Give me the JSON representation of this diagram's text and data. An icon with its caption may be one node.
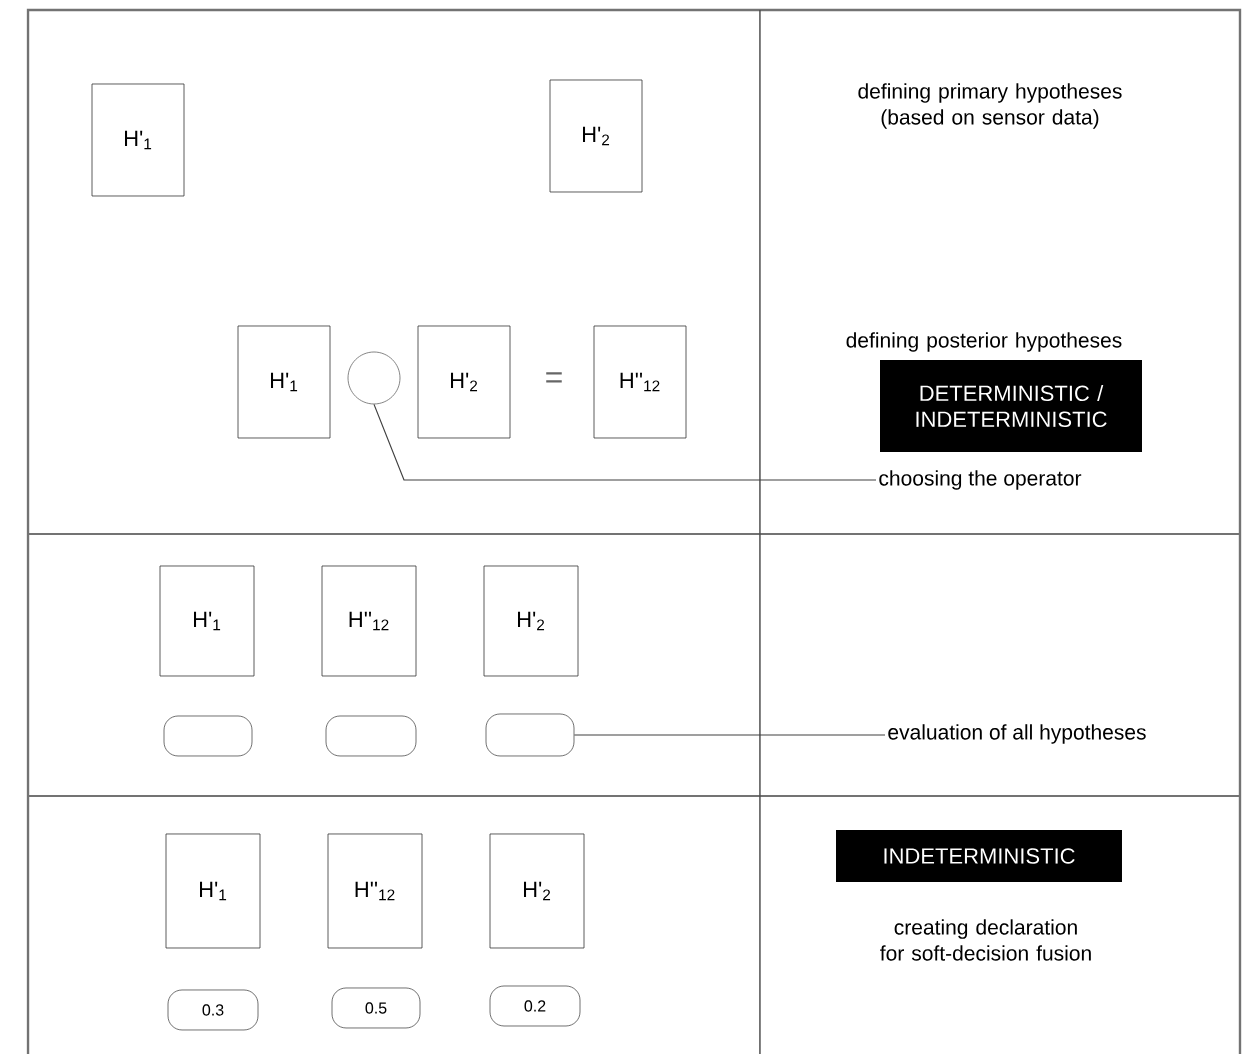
{
  "diagram": {
    "nodes": [
      {
        "text": [
          "H'$_{1}$"
        ]
      },
      {
        "text": [
          "H'$_{2}$"
        ]
      },
      {
        "text": [
          "H'$_{1}$"
        ]
      },
      {
        "text": [],
        "shape": "circle"
      },
      {
        "text": [
          "H'$_{2}$"
        ]
      },
      {
        "text": [
          "H''$_{12}$"
        ]
      },
      {
        "text": [
          "DETERMINISTIC / INDETERMINISTIC"
        ]
      },
      {
        "text": [
          "choosing the operator"
        ]
      },
      {
        "text": [
          "H'$_{1}$"
        ]
      },
      {
        "text": [
          "H''$_{12}$"
        ]
      },
      {
        "text": [
          "H'$_{2}$"
        ]
      },
      {
        "text": [],
        "shape": "box"
      },
      {
        "text": [],
        "shape": "box"
      },
      {
        "text": [],
        "shape": "box"
      },
      {
        "text": [
          "evaluation of all hypotheses"
        ]
      },
      {
        "text": [
          "H'$_{1}$"
        ]
      },
      {
        "text": [
          "H''$_{12}$"
        ]
      },
      {
        "text": [
          "H'$_{2}$"
        ]
      },
      {
        "text": [
          "0.3"
        ]
      },
      {
        "text": [
          "0.5"
        ]
      },
      {
        "text": [
          "0.2"
        ]
      },
      {
        "text": [
          "INDETERMINISTIC"
        ]
      }
    ],
    "edges": [
      {
        "from": 3,
        "to": 7,
        "arrow": "none"
      },
      {
        "from": 13,
        "to": 14,
        "arrow": "none"
      }
    ],
    "labels": [
      "defining primary hypotheses (based on sensor data)",
      "defining posterior hypotheses",
      "=",
      "creating declaration for soft-decision fusion"
    ]
  }
}
